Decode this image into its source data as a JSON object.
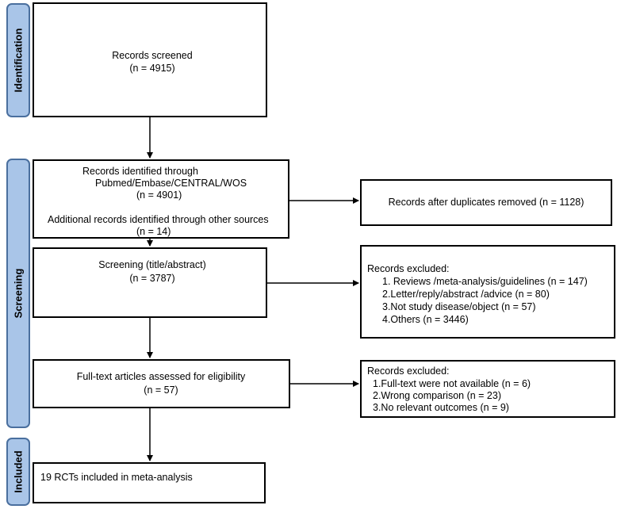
{
  "stages": {
    "identification": "Identification",
    "screening": "Screening",
    "included": "Included"
  },
  "records_screened": {
    "line1": "Records screened",
    "line2": "(n = 4915)"
  },
  "records_identified": {
    "line1": "Records identified through",
    "line2": "Pubmed/Embase/CENTRAL/WOS",
    "line3": "(n = 4901)",
    "line4": "Additional records identified through other sources",
    "line5": "(n = 14)"
  },
  "duplicates_removed": {
    "line1": "Records after duplicates removed (n = 1128)"
  },
  "screening_box": {
    "line1": "Screening (title/abstract)",
    "line2": "(n = 3787)"
  },
  "excluded_1": {
    "title": "Records excluded:",
    "items": [
      "1. Reviews /meta-analysis/guidelines (n = 147)",
      "2.Letter/reply/abstract /advice (n = 80)",
      "3.Not study disease/object (n = 57)",
      "4.Others (n = 3446)"
    ]
  },
  "fulltext_box": {
    "line1": "Full-text articles assessed for eligibility",
    "line2": "(n = 57)"
  },
  "excluded_2": {
    "title": "Records excluded:",
    "items": [
      "1.Full-text were not available (n = 6)",
      "2.Wrong comparison (n = 23)",
      "3.No relevant outcomes (n = 9)"
    ]
  },
  "included_box": {
    "line1": "19 RCTs included in meta-analysis"
  }
}
